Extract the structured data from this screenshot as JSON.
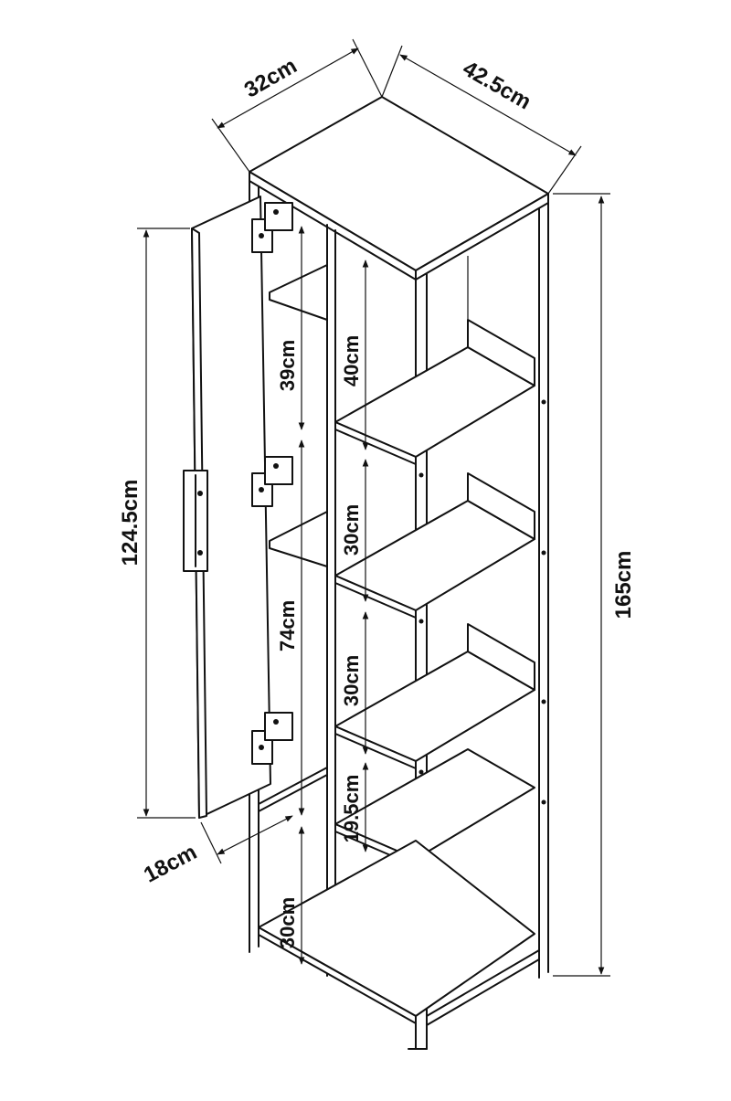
{
  "dimensions": {
    "depth": "32cm",
    "width": "42.5cm",
    "total_height": "165cm",
    "door_height": "124.5cm",
    "leg_height": "18cm",
    "inner_upper": "39cm",
    "inner_lower": "74cm",
    "shelf_gap_top": "40cm",
    "shelf_gap_2": "30cm",
    "shelf_gap_3": "30cm",
    "shelf_gap_4": "19.5cm",
    "shelf_gap_bottom": "30cm"
  },
  "colors": {
    "line": "#111111",
    "background": "#ffffff"
  }
}
